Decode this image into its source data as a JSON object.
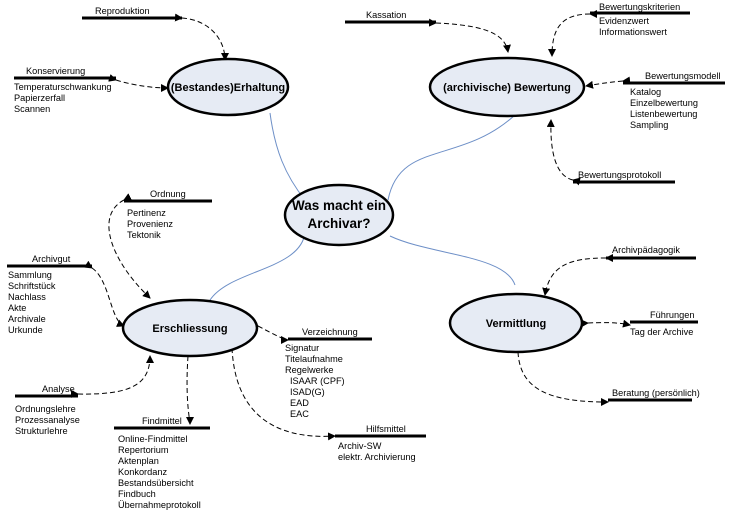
{
  "center": {
    "line1": "Was macht ein",
    "line2": "Archivar?"
  },
  "main_topics": {
    "erhaltung": "(Bestandes)Erhaltung",
    "bewertung": "(archivische) Bewertung",
    "erschliessung": "Erschliessung",
    "vermittlung": "Vermittlung"
  },
  "groups": {
    "reproduktion": {
      "title": "Reproduktion",
      "items": []
    },
    "konservierung": {
      "title": "Konservierung",
      "items": [
        "Temperaturschwankung",
        "Papierzerfall",
        "Scannen"
      ]
    },
    "kassation": {
      "title": "Kassation",
      "items": []
    },
    "bewertungskriterien": {
      "title": "Bewertungskriterien",
      "items": [
        "Evidenzwert",
        "Informationswert"
      ]
    },
    "bewertungsmodell": {
      "title": "Bewertungsmodell",
      "items": [
        "Katalog",
        "Einzelbewertung",
        "Listenbewertung",
        "Sampling"
      ]
    },
    "bewertungsprotokoll": {
      "title": "Bewertungsprotokoll",
      "items": []
    },
    "ordnung": {
      "title": "Ordnung",
      "items": [
        "Pertinenz",
        "Provenienz",
        "Tektonik"
      ]
    },
    "archivgut": {
      "title": "Archivgut",
      "items": [
        "Sammlung",
        "Schriftstück",
        "Nachlass",
        "Akte",
        "Archivale",
        "Urkunde"
      ]
    },
    "verzeichnung": {
      "title": "Verzeichnung",
      "items": [
        "Signatur",
        "Titelaufnahme",
        "Regelwerke",
        "ISAAR (CPF)",
        "ISAD(G)",
        "EAD",
        "EAC"
      ]
    },
    "analyse": {
      "title": "Analyse",
      "items": [
        "Ordnungslehre",
        "Prozessanalyse",
        "Strukturlehre"
      ]
    },
    "findmittel": {
      "title": "Findmittel",
      "items": [
        "Online-Findmittel",
        "Repertorium",
        "Aktenplan",
        "Konkordanz",
        "Bestandsübersicht",
        "Findbuch",
        "Übernahmeprotokoll"
      ]
    },
    "hilfsmittel": {
      "title": "Hilfsmittel",
      "items": [
        "Archiv-SW",
        "elektr. Archivierung"
      ]
    },
    "archivpaedagogik": {
      "title": "Archivpädagogik",
      "items": []
    },
    "fuehrungen": {
      "title": "Führungen",
      "items": [
        "Tag der Archive"
      ]
    },
    "beratung": {
      "title": "Beratung (persönlich)",
      "items": []
    }
  },
  "colors": {
    "ellipse_fill": "#e6ebf4",
    "ellipse_stroke": "#000000",
    "branch_line": "#6d8fc7"
  }
}
